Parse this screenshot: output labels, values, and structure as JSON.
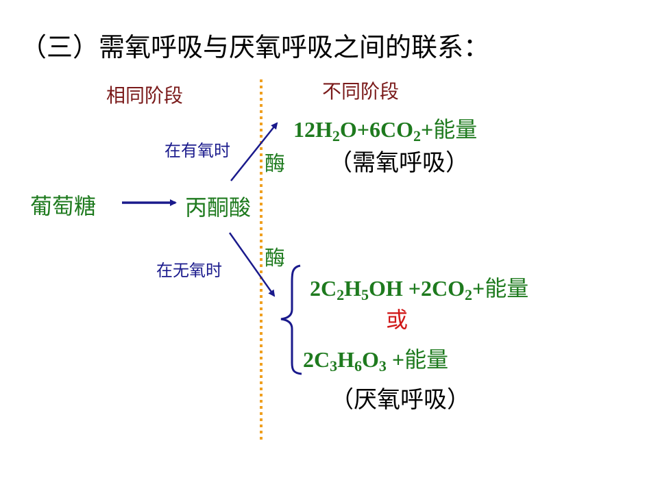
{
  "title": "（三）需氧呼吸与厌氧呼吸之间的联系：",
  "phases": {
    "same": "相同阶段",
    "different": "不同阶段"
  },
  "nodes": {
    "glucose": "葡萄糖",
    "pyruvate": "丙酮酸"
  },
  "conditions": {
    "aerobic": "在有氧时",
    "anaerobic": "在无氧时"
  },
  "enzyme": {
    "upper": "酶",
    "lower": "酶"
  },
  "aerobic_product": {
    "parts": [
      "12H",
      "2",
      "O+6CO",
      "2",
      "+",
      "能量"
    ],
    "label": "（需氧呼吸）"
  },
  "anaerobic_product_1": {
    "parts": [
      "2C",
      "2",
      "H",
      "5",
      "OH +2CO",
      "2",
      "+",
      "能量"
    ]
  },
  "or_text": "或",
  "anaerobic_product_2": {
    "parts": [
      "2C",
      "3",
      "H",
      "6",
      "O",
      "3",
      " +",
      "能量"
    ]
  },
  "anaerobic_label": "（厌氧呼吸）",
  "colors": {
    "title": "#000000",
    "phase": "#7a1a1a",
    "green": "#1e7a1e",
    "blue": "#1a1a8c",
    "or": "#d01818",
    "divider": "#f0a020"
  }
}
